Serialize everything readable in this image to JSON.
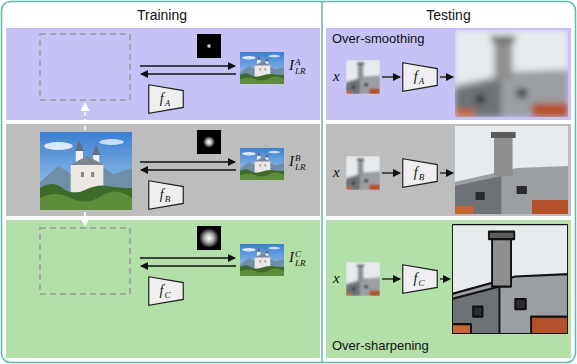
{
  "diagram": {
    "nodes": [
      {
        "text": [
          "Training"
        ]
      },
      {
        "text": [
          "ILRA"
        ],
        "in": 0
      },
      {
        "text": [
          "fA"
        ],
        "in": 1
      },
      {
        "text": [
          "ILRB"
        ],
        "in": 0
      },
      {
        "text": [
          "fB"
        ],
        "in": 3
      },
      {
        "text": [
          "ILRC"
        ],
        "in": 0
      },
      {
        "text": [
          "fC"
        ],
        "in": 5
      },
      {
        "text": [
          "Testing"
        ]
      },
      {
        "text": [
          "Over-smoothing",
          "x"
        ],
        "in": 7
      },
      {
        "text": [
          "fA"
        ],
        "in": 8
      },
      {
        "text": [
          "x"
        ],
        "in": 7
      },
      {
        "text": [
          "fB"
        ],
        "in": 10
      },
      {
        "text": [
          "x",
          "Over-sharpening"
        ],
        "in": 7
      },
      {
        "text": [
          "fC"
        ],
        "in": 12
      }
    ]
  }
}
